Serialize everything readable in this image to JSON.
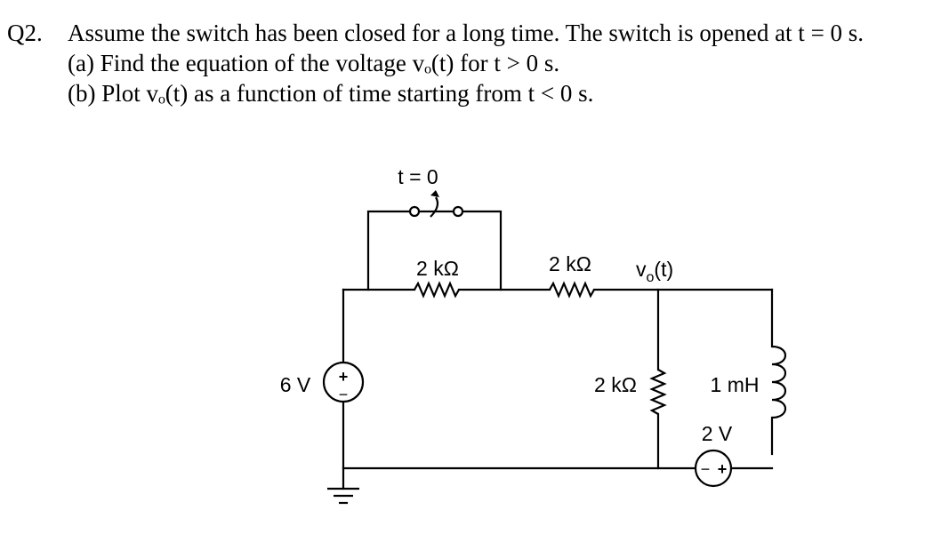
{
  "question": {
    "number": "Q2.",
    "statement": "Assume the switch has been closed for a long time. The switch is opened at t = 0 s.",
    "part_a": "(a) Find the equation of the voltage vₒ(t) for t > 0 s.",
    "part_b": "(b) Plot vₒ(t) as a function of time starting from t < 0 s."
  },
  "circuit": {
    "switch_label": "t = 0",
    "r1_label": "2 kΩ",
    "r2_label": "2 kΩ",
    "r3_label": "2 kΩ",
    "vo_label_main": "v",
    "vo_label_sub": "o",
    "vo_label_tail": "(t)",
    "source_6v_label": "6 V",
    "source_6v_plus": "+",
    "source_6v_minus": "−",
    "inductor_label": "1 mH",
    "source_2v_label": "2 V",
    "source_2v_minus": "−",
    "source_2v_plus": "+"
  },
  "colors": {
    "ink": "#000000",
    "background": "#ffffff"
  }
}
